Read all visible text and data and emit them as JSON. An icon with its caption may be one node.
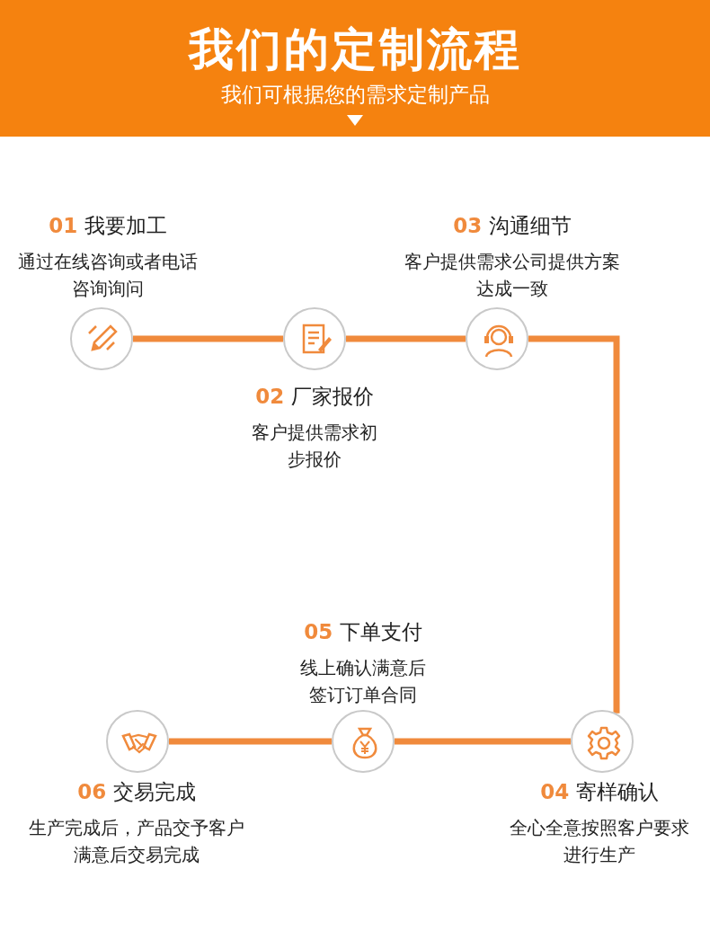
{
  "diagram": {
    "title": "我们的定制流程",
    "caption": "我们可根据您的需求定制产品",
    "nodes": [
      {
        "text": [],
        "shape": "circle",
        "beside": [
          "01 我要加工",
          "通过在线咨询或者电话咨询询问"
        ]
      },
      {
        "text": [],
        "shape": "circle",
        "beside": [
          "02 厂家报价",
          "客户提供需求初步报价"
        ]
      },
      {
        "text": [],
        "shape": "circle",
        "beside": [
          "03 沟通细节",
          "客户提供需求公司提供方案达成一致"
        ]
      },
      {
        "text": [],
        "shape": "circle",
        "beside": [
          "04 寄样确认",
          "全心全意按照客户要求进行生产"
        ]
      },
      {
        "text": [],
        "shape": "circle",
        "beside": [
          "05 下单支付",
          "线上确认满意后签订订单合同"
        ]
      },
      {
        "text": [],
        "shape": "circle",
        "beside": [
          "06 交易完成",
          "生产完成后，产品交予客户满意后交易完成"
        ]
      }
    ],
    "edges": [
      {
        "from": 0,
        "to": 1,
        "arrow": "none"
      },
      {
        "from": 1,
        "to": 2,
        "arrow": "none"
      },
      {
        "from": 2,
        "to": 3,
        "arrow": "none"
      },
      {
        "from": 3,
        "to": 4,
        "arrow": "none"
      },
      {
        "from": 4,
        "to": 5,
        "arrow": "none"
      }
    ]
  }
}
